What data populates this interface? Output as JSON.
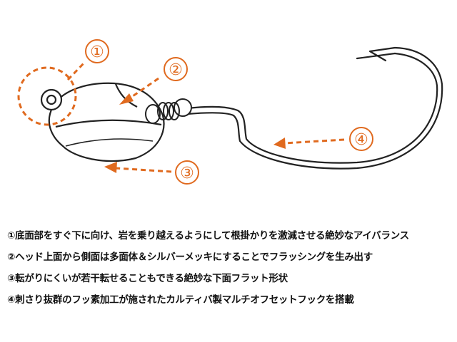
{
  "colors": {
    "callout": "#e06a1f",
    "outline": "#222222"
  },
  "callouts": [
    {
      "label": "①",
      "target": "line-tie-eye"
    },
    {
      "label": "②",
      "target": "head-side-facets"
    },
    {
      "label": "③",
      "target": "flat-bottom"
    },
    {
      "label": "④",
      "target": "offset-hook"
    }
  ],
  "features": [
    "①底面部をすぐ下に向け、岩を乗り越えるようにして根掛かりを激減させる絶妙なアイバランス",
    "②ヘッド上面から側面は多面体＆シルバーメッキにすることでフラッシングを生み出す",
    "③転がりにくいが若干転せることもできる絶妙な下面フラット形状",
    "④刺さり抜群のフッ素加工が施されたカルティバ製マルチオフセットフックを搭載"
  ]
}
